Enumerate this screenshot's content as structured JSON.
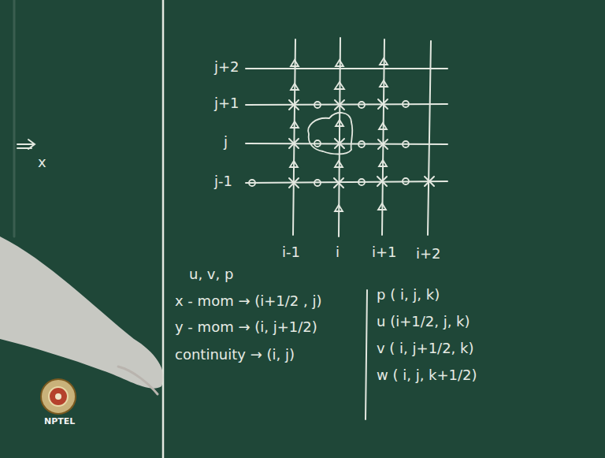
{
  "diagram": {
    "labels": [
      "j+2",
      "j+1",
      "j",
      "j-1",
      "i-1",
      "i",
      "i+1",
      "i+2",
      "u, v, p",
      "x - mom → (i+1/2 , j)",
      "y - mom → (i, j+1/2)",
      "continuity → (i, j)",
      "p ( i, j, k)",
      "u (i+1/2, j, k)",
      "v ( i, j+1/2, k)",
      "w ( i, j, k+1/2)",
      "x",
      "NPTEL"
    ]
  }
}
